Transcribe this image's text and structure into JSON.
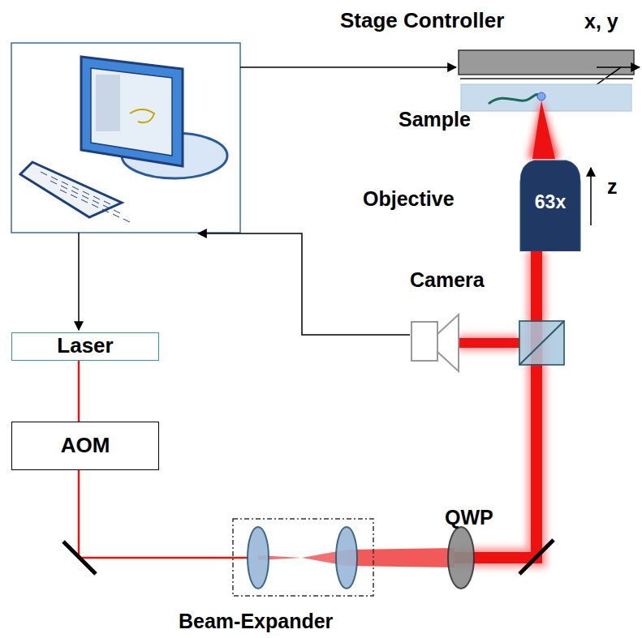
{
  "diagram": {
    "nodes": [
      {
        "text": [
          "Stage Controller"
        ]
      },
      {
        "text": [
          "63x"
        ]
      },
      {
        "text": [
          "Laser"
        ]
      },
      {
        "text": [
          "AOM"
        ]
      }
    ],
    "edges": [
      {
        "from": 2,
        "to": 3,
        "arrow": "none"
      }
    ],
    "labels": [
      "x, y",
      "Sample",
      "Objective",
      "z",
      "Camera",
      "QWP",
      "Beam-Expander"
    ]
  }
}
